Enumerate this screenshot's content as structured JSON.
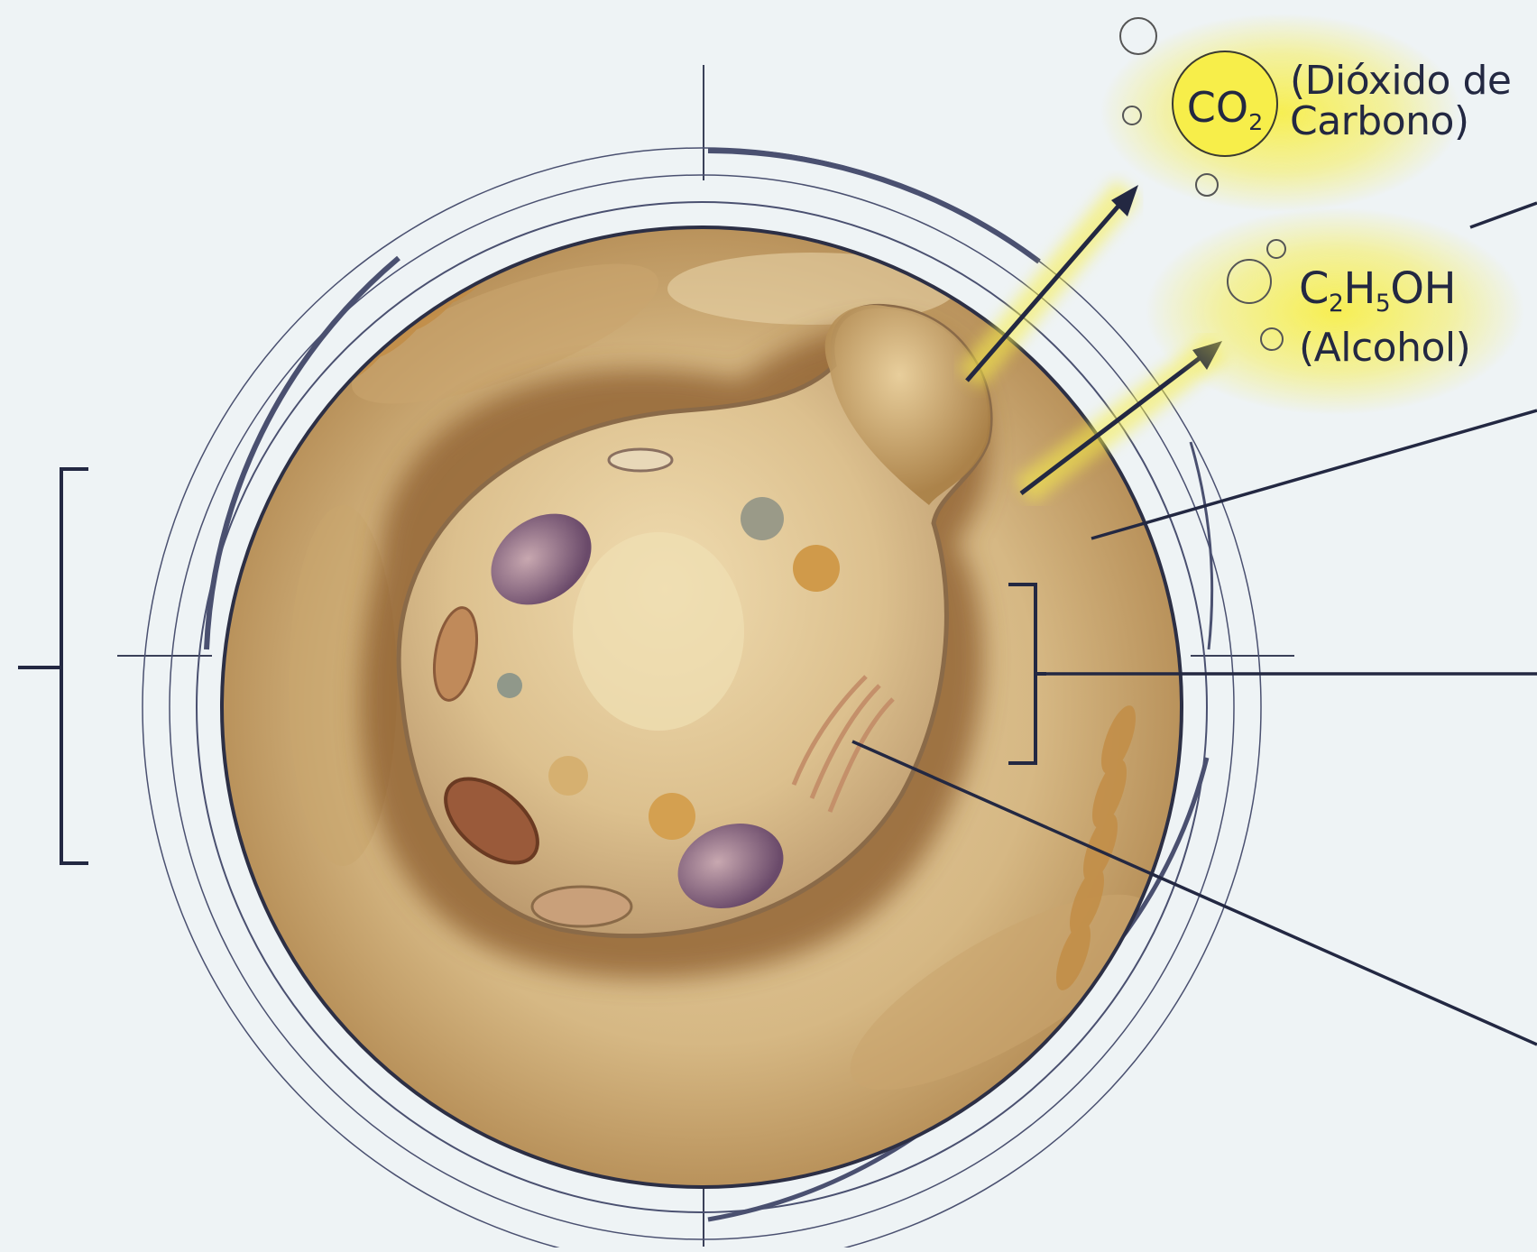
{
  "products": {
    "co2": {
      "formula_main": "CO",
      "formula_sub": "2",
      "name_line1": "(Dióxido de",
      "name_line2": "Carbono)"
    },
    "ethanol": {
      "formula_c": "C",
      "formula_sub1": "2",
      "formula_h": "H",
      "formula_sub2": "5",
      "formula_oh": "OH",
      "name": "(Alcohol)"
    }
  },
  "colors": {
    "background": "#eef3f5",
    "ink": "#232842",
    "dough": "#d9bc8a",
    "dough_shadow": "#8a5a2a",
    "cell": "#dcc08e",
    "glow": "#f6ea3a"
  }
}
